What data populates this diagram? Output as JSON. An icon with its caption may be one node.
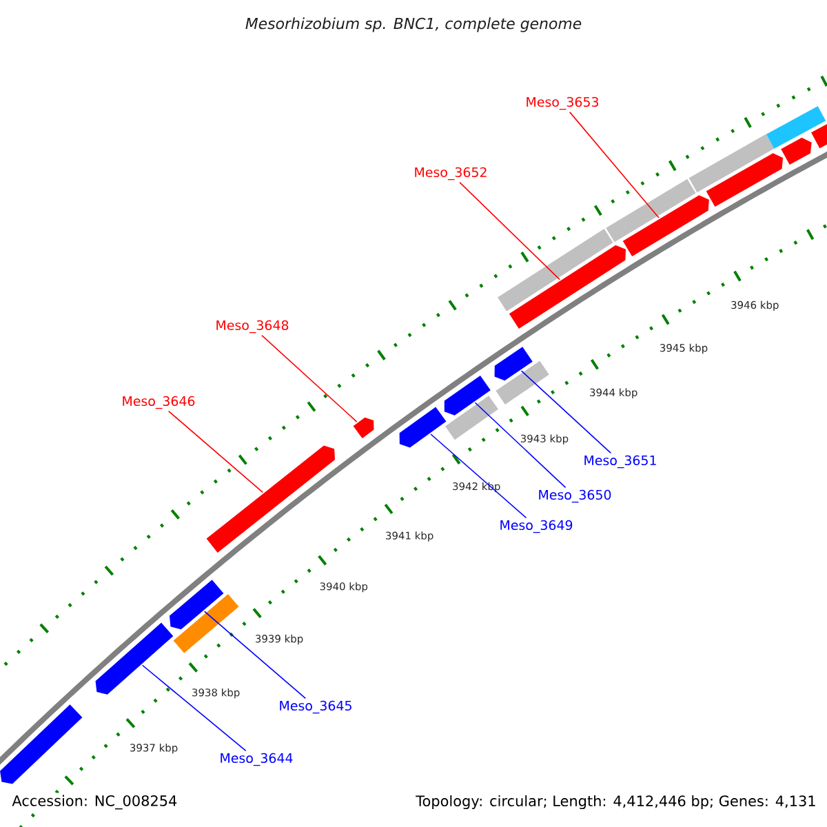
{
  "diagram": {
    "title": "Mesorhizobium sp. BNC1, complete genome",
    "nodes": [
      {
        "text": [
          "Meso_3653"
        ]
      },
      {
        "text": [
          "Meso_3652"
        ]
      },
      {
        "text": [
          "Meso_3648"
        ]
      },
      {
        "text": [
          "Meso_3646"
        ]
      },
      {
        "text": [
          "Meso_3651"
        ]
      },
      {
        "text": [
          "Meso_3650"
        ]
      },
      {
        "text": [
          "Meso_3649"
        ]
      },
      {
        "text": [
          "Meso_3645"
        ]
      },
      {
        "text": [
          "Meso_3644"
        ]
      },
      {
        "text": [],
        "shape": "arrow"
      },
      {
        "text": [],
        "shape": "arrow"
      },
      {
        "text": [],
        "shape": "bar"
      },
      {
        "text": [],
        "shape": "arrow"
      },
      {
        "text": [],
        "shape": "arrow"
      },
      {
        "text": [],
        "shape": "arrow"
      },
      {
        "text": [],
        "shape": "arrow"
      },
      {
        "text": [],
        "shape": "bar"
      },
      {
        "text": [],
        "shape": "arrow"
      },
      {
        "text": [],
        "shape": "bar"
      },
      {
        "text": [],
        "shape": "arrow"
      },
      {
        "text": [],
        "shape": "bar"
      },
      {
        "text": [],
        "shape": "arrow"
      },
      {
        "text": [],
        "shape": "bar"
      },
      {
        "text": [],
        "shape": "arrow"
      },
      {
        "text": [],
        "shape": "bar"
      },
      {
        "text": [],
        "shape": "arrow"
      },
      {
        "text": [],
        "shape": "bar"
      },
      {
        "text": [],
        "shape": "arrow"
      },
      {
        "text": [],
        "shape": "arrow"
      }
    ],
    "edges": [
      {
        "from": 0,
        "to": 23,
        "arrow": "none",
        "color": "#ff0000"
      },
      {
        "from": 1,
        "to": 21,
        "arrow": "none",
        "color": "#ff0000"
      },
      {
        "from": 2,
        "to": 14,
        "arrow": "none",
        "color": "#ff0000"
      },
      {
        "from": 3,
        "to": 13,
        "arrow": "none",
        "color": "#ff0000"
      },
      {
        "from": 4,
        "to": 19,
        "arrow": "none",
        "color": "#0000ff"
      },
      {
        "from": 5,
        "to": 17,
        "arrow": "none",
        "color": "#0000ff"
      },
      {
        "from": 6,
        "to": 15,
        "arrow": "none",
        "color": "#0000ff"
      },
      {
        "from": 7,
        "to": 12,
        "arrow": "none",
        "color": "#0000ff"
      },
      {
        "from": 8,
        "to": 10,
        "arrow": "none",
        "color": "#0000ff"
      }
    ],
    "labels": [
      "3946 kbp",
      "3945 kbp",
      "3944 kbp",
      "3943 kbp",
      "3942 kbp",
      "3941 kbp",
      "3940 kbp",
      "3939 kbp",
      "3938 kbp",
      "3937 kbp",
      "Accession: NC_008254",
      "Topology: circular; Length: 4,412,446 bp; Genes: 4,131"
    ]
  }
}
